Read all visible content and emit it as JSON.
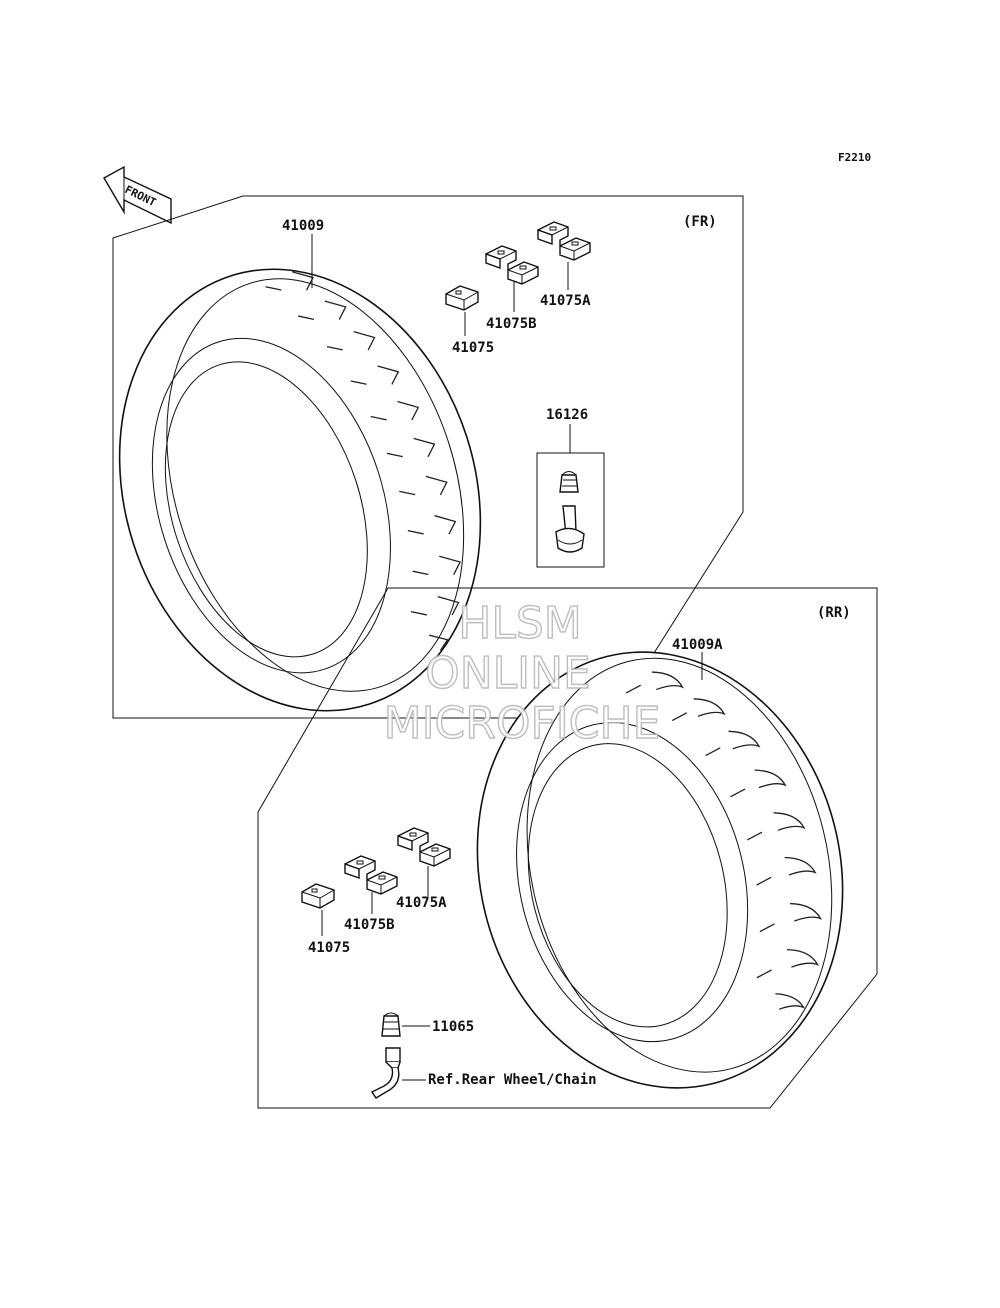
{
  "diagram_code": "F2210",
  "front_arrow": "FRONT",
  "front_panel": {
    "title": "(FR)",
    "tire": "41009",
    "weight_a": "41075A",
    "weight_b": "41075B",
    "weight": "41075",
    "valve": "16126"
  },
  "rear_panel": {
    "title": "(RR)",
    "tire": "41009A",
    "weight_a": "41075A",
    "weight_b": "41075B",
    "weight": "41075",
    "valve_cap": "11065",
    "ref": "Ref.Rear Wheel/Chain"
  },
  "watermark": {
    "line1": "HLSM",
    "line2": "ONLINE",
    "line3": "MICROFICHE"
  }
}
